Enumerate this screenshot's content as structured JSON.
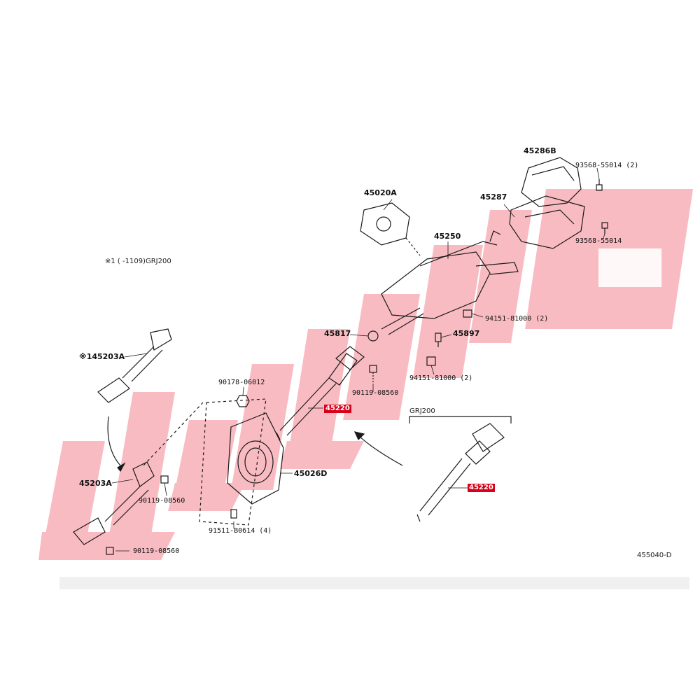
{
  "diagram": {
    "note": "※1 (      -1109)GRJ200",
    "group_label": "GRJ200",
    "ref_code": "455040-D",
    "parts": {
      "p45286B": "45286B",
      "p93568_top": "93568-55014 (2)",
      "p45287": "45287",
      "p93568_bot": "93568-55014",
      "p45020A": "45020A",
      "p45250": "45250",
      "p94151_top": "94151-81000 (2)",
      "p45817": "45817",
      "p45897": "45897",
      "p94151_bot": "94151-81000 (2)",
      "p90119_mid": "90119-08560",
      "p90178": "90178-06012",
      "p45220_main": "45220",
      "p45220_alt": "45220",
      "p45026D": "45026D",
      "p91511": "91511-B0614 (4)",
      "p145203A": "※145203A",
      "p45203A": "45203A",
      "p90119_left": "90119-08560",
      "p90119_bottom": "90119-08560"
    },
    "colors": {
      "line": "#1a1a1a",
      "highlight": "#d8001a",
      "watermark": "#f26b7a"
    }
  }
}
